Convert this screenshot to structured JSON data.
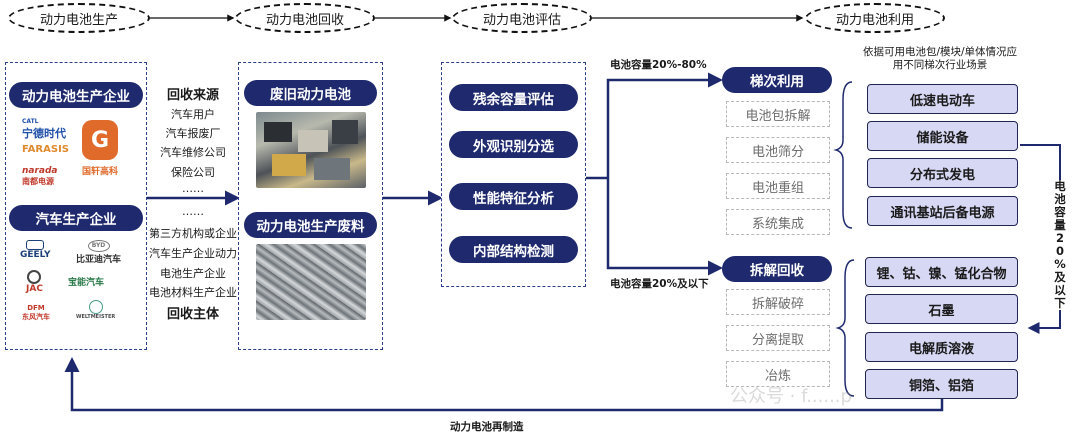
{
  "stages": [
    "动力电池生产",
    "动力电池回收",
    "动力电池评估",
    "动力电池利用"
  ],
  "production": {
    "battery_makers_header": "动力电池生产企业",
    "battery_makers": [
      {
        "name": "宁德时代",
        "sub": "CATL",
        "color": "#1f4fa8"
      },
      {
        "name": "FARASIS",
        "color": "#e08a2e"
      },
      {
        "name": "南都电源",
        "sub": "narada",
        "color": "#c0392b"
      },
      {
        "name": "国轩高科",
        "color": "#e06a2a"
      }
    ],
    "car_makers_header": "汽车生产企业",
    "car_makers": [
      {
        "name": "GEELY",
        "color": "#1d3f7a"
      },
      {
        "name": "比亚迪汽车",
        "sub": "BYD",
        "color": "#333333"
      },
      {
        "name": "JAC",
        "color": "#c0392b"
      },
      {
        "name": "宝能汽车",
        "color": "#2a7a4a"
      },
      {
        "name": "东风汽车",
        "sub": "DFM",
        "color": "#c0392b"
      },
      {
        "name": "WELTMEISTER",
        "color": "#4a4a4a"
      }
    ]
  },
  "recycle_sources": {
    "title": "回收来源",
    "items": [
      "汽车用户",
      "汽车报废厂",
      "汽车维修公司",
      "保险公司",
      "……",
      "……",
      "第三方机构或企业",
      "汽车生产企业动力",
      "电池生产企业",
      "电池材料生产企业"
    ],
    "footer": "回收主体"
  },
  "recycling": {
    "waste_batteries": "废旧动力电池",
    "waste_materials": "动力电池生产废料"
  },
  "evaluation": [
    "残余容量评估",
    "外观识别分选",
    "性能特征分析",
    "内部结构检测"
  ],
  "capacity_high": "电池容量20%-80%",
  "capacity_low": "电池容量20%及以下",
  "cascade": {
    "title": "梯次利用",
    "steps": [
      "电池包拆解",
      "电池筛分",
      "电池重组",
      "系统集成"
    ],
    "note": "依据可用电池包/模块/单体情况应用不同梯次行业场景",
    "apps": [
      "低速电动车",
      "储能设备",
      "分布式发电",
      "通讯基站后备电源"
    ]
  },
  "dismantle": {
    "title": "拆解回收",
    "steps": [
      "拆解破碎",
      "分离提取",
      "冶炼"
    ],
    "products": [
      "锂、钴、镍、锰化合物",
      "石墨",
      "电解质溶液",
      "铜箔、铝箔"
    ]
  },
  "side_label": [
    "电",
    "池",
    "容",
    "量",
    "2",
    "0",
    "%",
    "及",
    "以",
    "下"
  ],
  "remanufacture": "动力电池再制造",
  "watermark": "公众号 · f......p"
}
